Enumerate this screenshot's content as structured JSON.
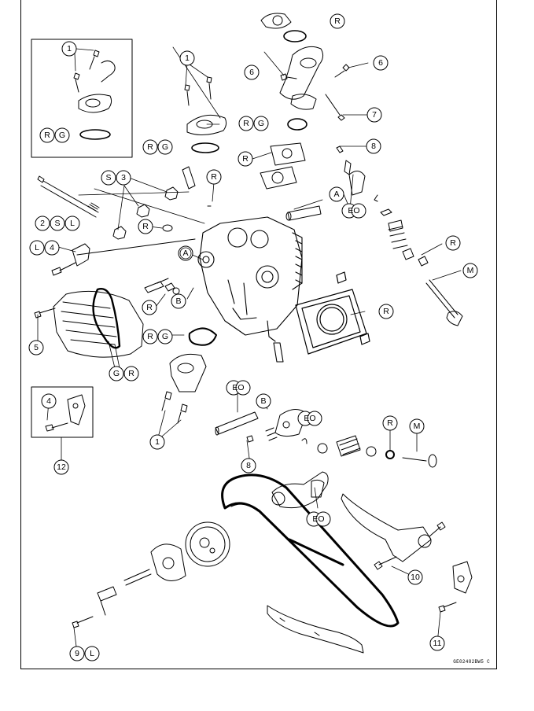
{
  "figure": {
    "code": "GE02482BW5 C"
  },
  "callouts": {
    "n1": "1",
    "n2": "2",
    "n3": "3",
    "n4": "4",
    "n5": "5",
    "n6": "6",
    "n7": "7",
    "n8": "8",
    "n9": "9",
    "n10": "10",
    "n11": "11",
    "n12": "12",
    "R": "R",
    "G": "G",
    "S": "S",
    "L": "L",
    "M": "M",
    "A": "A",
    "B": "B",
    "EO": "EO"
  }
}
